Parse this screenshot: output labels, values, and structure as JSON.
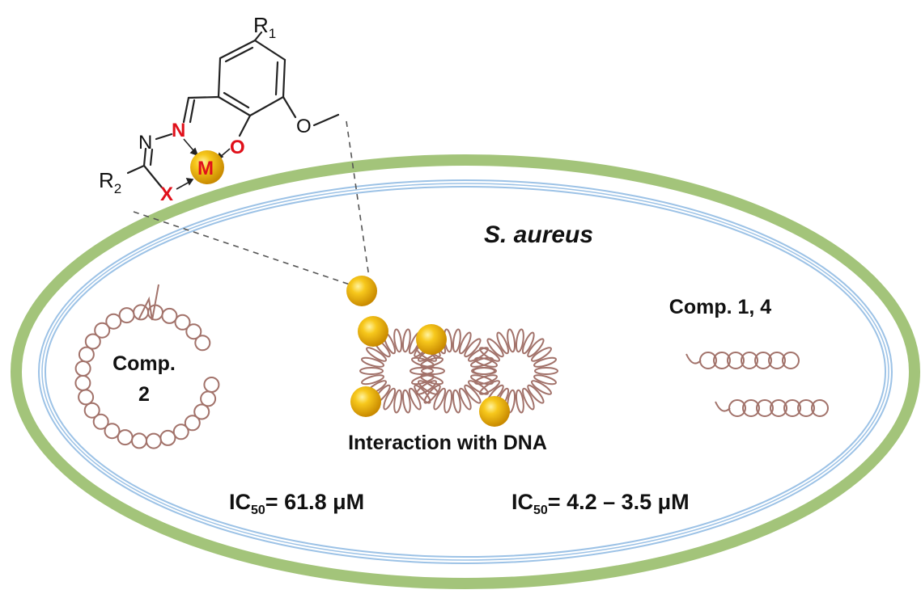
{
  "organism": "S. aureus",
  "structure": {
    "r1": "R",
    "r1_sub": "1",
    "r2": "R",
    "r2_sub": "2",
    "n_top": "N",
    "n_left": "N",
    "o_phenol": "O",
    "o_methoxy": "O",
    "metal": "M",
    "x": "X"
  },
  "left_compound": {
    "line1": "Comp.",
    "line2": "2"
  },
  "right_compound": "Comp. 1, 4",
  "interaction_label": "Interaction with DNA",
  "ic50_left": {
    "prefix": "IC",
    "sub": "50",
    "value": "= 61.8 μM"
  },
  "ic50_right": {
    "prefix": "IC",
    "sub": "50",
    "value": "= 4.2 – 3.5 μM"
  },
  "colors": {
    "membrane_outer": "#a3c47a",
    "membrane_inner": "#9cc2e6",
    "dna": "#a2726a",
    "metal": "#f2b700",
    "heteroatom": "#e0101a"
  }
}
